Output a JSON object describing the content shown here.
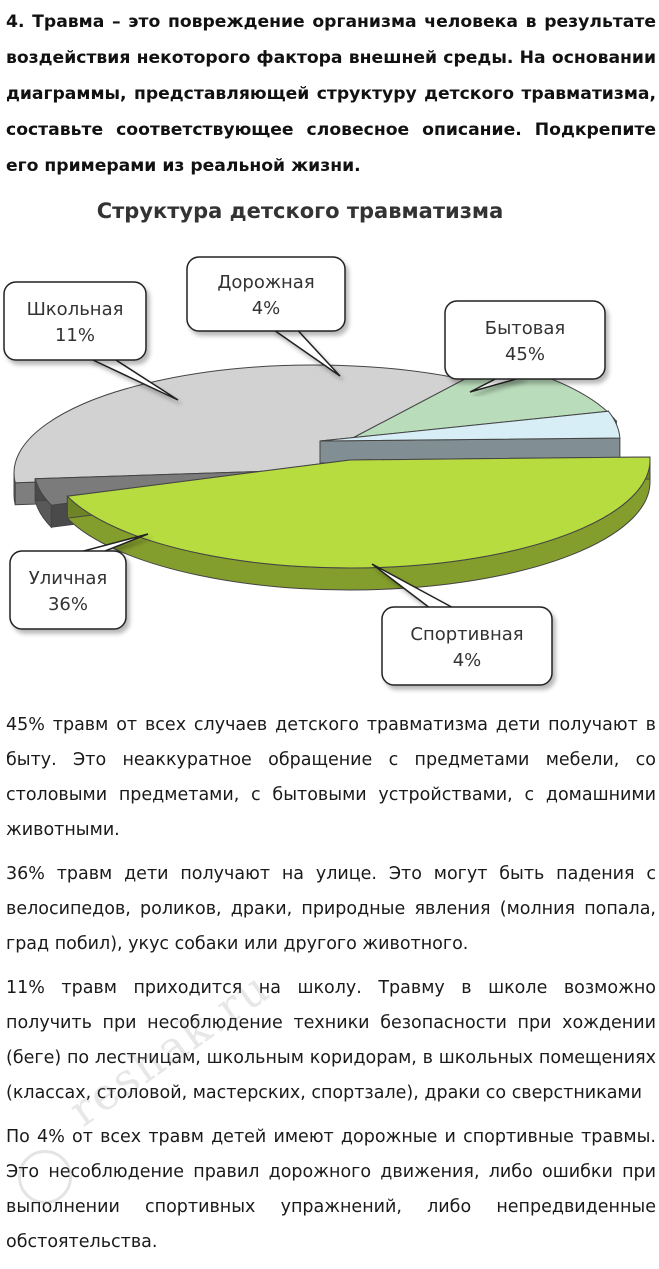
{
  "task": {
    "text": "4. Травма – это повреждение организма человека в результате воздействия некоторого фактора внешней среды. На основании диаграммы, представляющей структуру детского травматизма, составьте соответствующее словесное описание. Подкрепите его примерами из реальной жизни."
  },
  "chart_data": {
    "type": "pie",
    "title": "Структура детского травматизма",
    "slices": [
      {
        "name": "Бытовая",
        "value": 45,
        "label": "45%",
        "color": "#b7dc3f"
      },
      {
        "name": "Спортивная",
        "value": 4,
        "label": "4%",
        "color": "#7b7b7b"
      },
      {
        "name": "Уличная",
        "value": 36,
        "label": "36%",
        "color": "#d2d2d2"
      },
      {
        "name": "Школьная",
        "value": 11,
        "label": "11%",
        "color": "#b9dcba"
      },
      {
        "name": "Дорожная",
        "value": 4,
        "label": "4%",
        "color": "#d7eef6"
      }
    ]
  },
  "answer": {
    "p1": "45% травм от всех случаев детского травматизма дети получают в быту. Это неаккуратное обращение с предметами мебели, со столовыми предметами, с бытовыми устройствами, с домашними животными.",
    "p2": "36% травм дети получают на улице. Это могут быть падения с велосипедов, роликов, драки, природные явления (молния попала, град побил), укус собаки или другого животного.",
    "p3": "11% травм приходится на школу. Травму в школе возможно получить при несоблюдение техники безопасности при хождении (беге) по лестницам, школьным коридорам, в школьных помещениях (классах, столовой, мастерских, спортзале), драки со сверстниками",
    "p4": "По 4% от всех травм детей имеют дорожные и спортивные травмы. Это несоблюдение правил дорожного движения, либо ошибки при выполнении спортивных упражнений, либо непредвиденные обстоятельства."
  },
  "watermark": {
    "text": "reshak.ru"
  }
}
